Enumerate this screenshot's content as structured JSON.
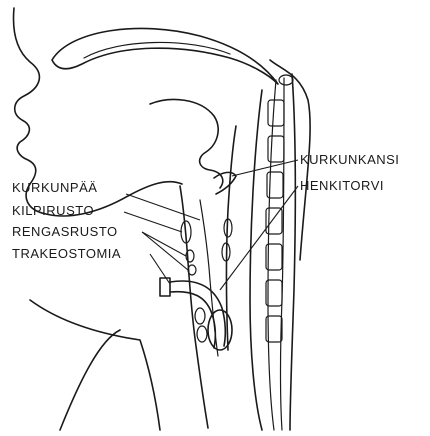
{
  "labels": {
    "kurkunkansi": "KURKUNKANSI",
    "henkitorvi": "HENKITORVI",
    "kurkunpaa": "KURKUNPÄÄ",
    "kilpirusto": "KILPIRUSTO",
    "rengasrusto": "RENGASRUSTO",
    "trakeostomia": "TRAKEOSTOMIA"
  }
}
